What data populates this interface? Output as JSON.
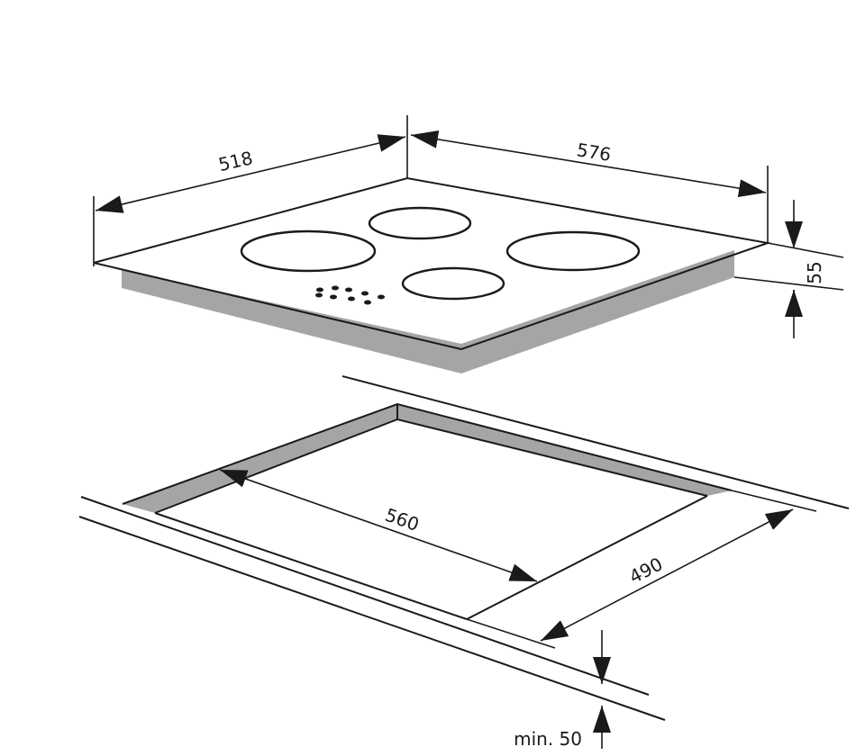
{
  "dimensions": {
    "hob_depth": "518",
    "hob_width": "576",
    "hob_height": "55",
    "cutout_width": "560",
    "cutout_depth": "490",
    "worktop_thickness": "min. 50"
  },
  "colors": {
    "line": "#1a1a1a",
    "side_fill": "#a5a5a5",
    "background": "#ffffff"
  }
}
